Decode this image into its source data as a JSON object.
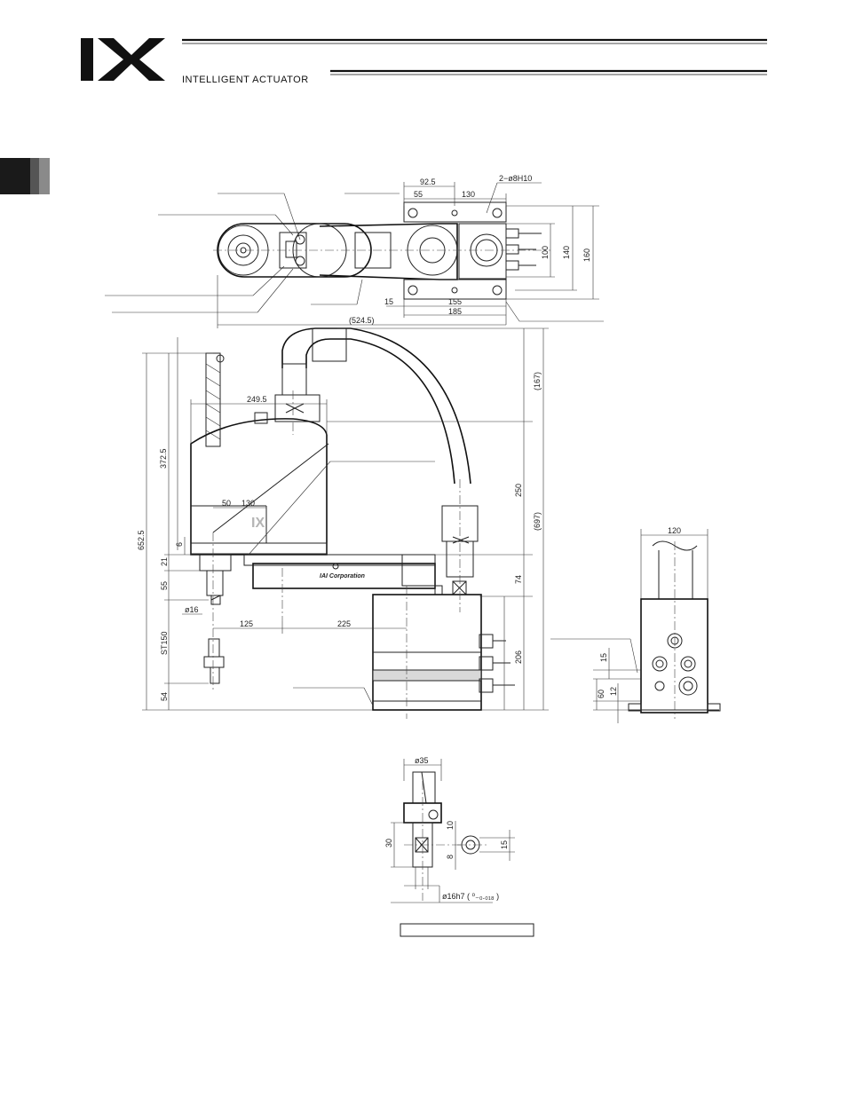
{
  "header": {
    "logo_text": "IX",
    "brand_line": "INTELLIGENT ACTUATOR"
  },
  "section_tab": {
    "color_dark": "#1a1a1a",
    "color_light": "#8a8a8a"
  },
  "top_view": {
    "dims": {
      "d92_5": "92.5",
      "d55": "55",
      "d130": "130",
      "holes": "2−ø8H10",
      "d100": "100",
      "d140": "140",
      "d160": "160",
      "d15": "15",
      "d155": "155",
      "d185": "185",
      "d524_5": "(524.5)"
    }
  },
  "side_view": {
    "dims": {
      "d167": "(167)",
      "d249_5": "249.5",
      "d372_5": "372.5",
      "d652_5": "652.5",
      "d250": "250",
      "d697": "(697)",
      "d50": "50",
      "d130": "130",
      "d6": "6",
      "d21": "21",
      "d55": "55",
      "d74": "74",
      "d16": "ø16",
      "d125": "125",
      "d225": "225",
      "st150": "ST150",
      "d206": "206",
      "d54": "54"
    },
    "base_label": "IAI Corporation"
  },
  "end_view": {
    "dims": {
      "d120": "120",
      "d15": "15",
      "d60": "60",
      "d12": "12"
    }
  },
  "detail_view": {
    "dims": {
      "d35": "ø35",
      "d30": "30",
      "d10": "10",
      "d8": "8",
      "d15": "15",
      "shaft": "ø16h7 ( ⁰₋₀.₀₁₈ )"
    },
    "caption": ""
  }
}
